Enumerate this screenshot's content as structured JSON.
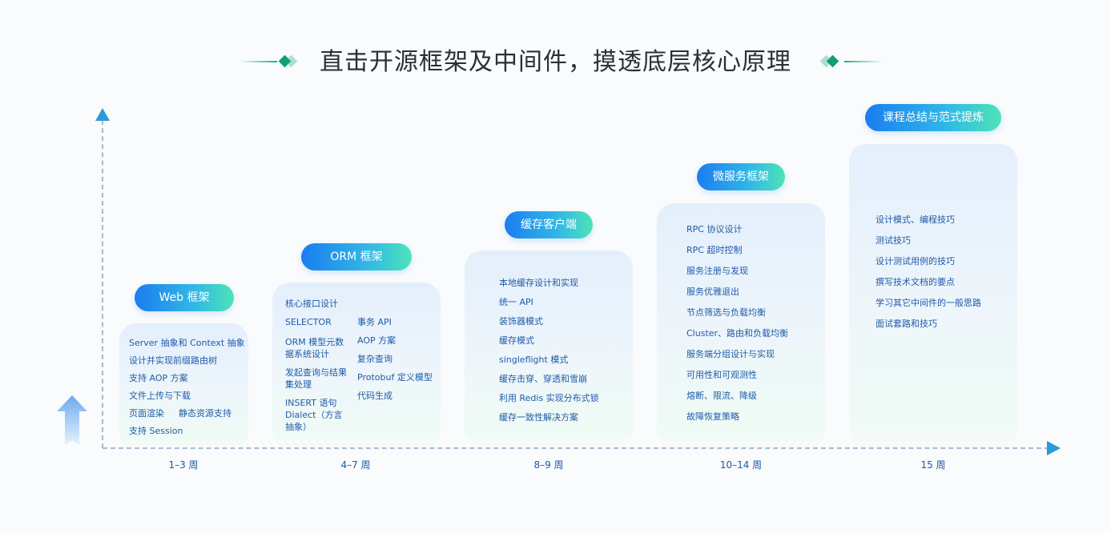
{
  "title": "直击开源框架及中间件，摸透底层核心原理",
  "stages": [
    {
      "label": "Web 框架",
      "week": "1–3 周",
      "items": [
        "Server 抽象和 Context 抽象",
        "设计并实现前缀路由树",
        "支持 AOP 方案",
        "文件上传与下载",
        "页面渲染",
        "静态资源支持",
        "支持 Session"
      ]
    },
    {
      "label": "ORM 框架",
      "week": "4–7 周",
      "items": [
        "核心接口设计",
        "SELECTOR",
        "ORM 模型元数据系统设计",
        "发起查询与结果集处理",
        "INSERT 语句 Dialect（方言抽象）",
        "事务 API",
        "AOP 方案",
        "复杂查询",
        "Protobuf 定义模型",
        "代码生成"
      ]
    },
    {
      "label": "缓存客户端",
      "week": "8–9 周",
      "items": [
        "本地缓存设计和实现",
        "统一 API",
        "装饰器模式",
        "缓存模式",
        "singleflight 模式",
        "缓存击穿、穿透和雪崩",
        "利用 Redis 实现分布式锁",
        "缓存一致性解决方案"
      ]
    },
    {
      "label": "微服务框架",
      "week": "10–14 周",
      "items": [
        "RPC 协议设计",
        "RPC 超时控制",
        "服务注册与发现",
        "服务优雅退出",
        "节点筛选与负载均衡",
        "Cluster、路由和负载均衡",
        "服务端分组设计与实现",
        "可用性和可观测性",
        "熔断、限流、降级",
        "故障恢复策略"
      ]
    },
    {
      "label": "课程总结与范式提炼",
      "week": "15 周",
      "items": [
        "设计模式、编程技巧",
        "测试技巧",
        "设计测试用例的技巧",
        "撰写技术文档的要点",
        "学习其它中间件的一般思路",
        "面试套路和技巧"
      ]
    }
  ],
  "colors": {
    "accent_blue": "#1a7df0",
    "accent_green": "#4de3b7",
    "text": "#1f5aa8",
    "title": "#2b2f36",
    "axis": "#2a9ad8"
  },
  "icons": [
    "diamond-deco-icon",
    "axis-arrow-icon",
    "growth-arrow-icon"
  ]
}
